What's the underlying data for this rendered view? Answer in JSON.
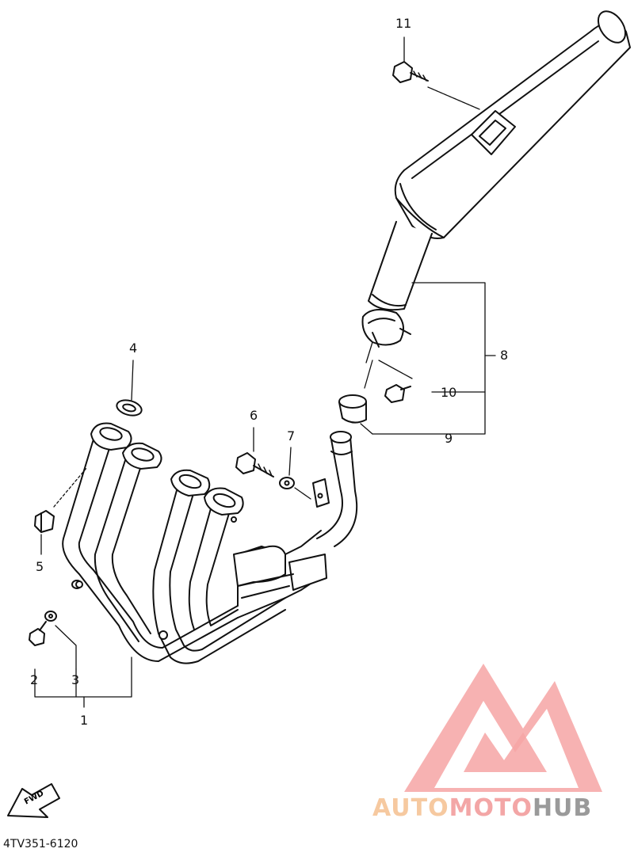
{
  "diagram": {
    "callouts": [
      {
        "id": "1",
        "text": "1"
      },
      {
        "id": "2",
        "text": "2"
      },
      {
        "id": "3",
        "text": "3"
      },
      {
        "id": "4",
        "text": "4"
      },
      {
        "id": "5",
        "text": "5"
      },
      {
        "id": "6",
        "text": "6"
      },
      {
        "id": "7",
        "text": "7"
      },
      {
        "id": "8",
        "text": "8"
      },
      {
        "id": "9",
        "text": "9"
      },
      {
        "id": "10",
        "text": "10"
      },
      {
        "id": "11",
        "text": "11"
      }
    ],
    "fwd_label": "FWD",
    "diagram_code": "4TV351-6120"
  },
  "watermark": {
    "part1": "AUTO",
    "part2": "MOTO",
    "part3": "HUB",
    "colors": {
      "part1": "#f6c9a0",
      "part2": "#f3a6a6",
      "part3": "#9a9a9a",
      "logo": "#f08a8a"
    }
  }
}
